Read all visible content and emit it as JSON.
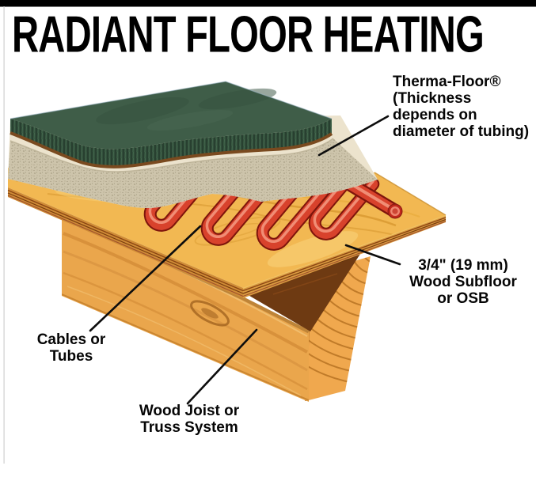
{
  "title": "RADIANT FLOOR HEATING",
  "labels": {
    "thermafloor": {
      "lines": [
        "Therma-Floor®",
        "(Thickness",
        "depends on",
        "diameter of tubing)"
      ]
    },
    "subfloor": {
      "lines": [
        "3/4\" (19 mm)",
        "Wood Subfloor",
        "or OSB"
      ]
    },
    "cables": {
      "lines": [
        "Cables or",
        "Tubes"
      ]
    },
    "joist": {
      "lines": [
        "Wood Joist or",
        "Truss System"
      ]
    }
  },
  "colors": {
    "background": "#ffffff",
    "title_text": "#000000",
    "label_text": "#060606",
    "carpet_green": "#3f5d48",
    "carpet_backing_brown": "#7a4a1f",
    "thermafloor_cream": "#cdc4ab",
    "thermafloor_top_light": "#ece3cd",
    "tube_red": "#d8422c",
    "tube_highlight": "#f59a82",
    "subfloor_wood": "#f2b852",
    "plywood_edge": "#cf8c36",
    "joist_wood": "#eaa64c",
    "leader_line": "#0d0d0d"
  }
}
